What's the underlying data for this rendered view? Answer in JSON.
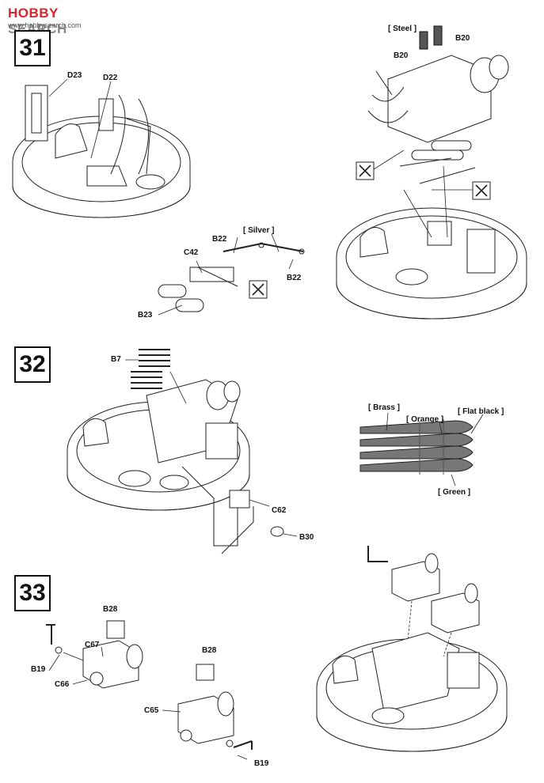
{
  "watermark": {
    "title_part1": "HOBBY",
    "title_part2": "SEARCH",
    "subtitle": "www.hobbysearch.com"
  },
  "steps": [
    "31",
    "32",
    "33"
  ],
  "step31": {
    "parts": {
      "d23": "D23",
      "d22": "D22",
      "b22a": "B22",
      "b22b": "B22",
      "c42": "C42",
      "b23": "B23",
      "b20a": "B20",
      "b20b": "B20"
    },
    "colors": {
      "silver": "[ Silver ]",
      "steel": "[ Steel ]"
    }
  },
  "step32": {
    "parts": {
      "b7": "B7",
      "c62": "C62",
      "b30": "B30"
    },
    "colors": {
      "brass": "[ Brass ]",
      "orange": "[ Orange ]",
      "flat_black": "[ Flat black ]",
      "green": "[ Green ]"
    }
  },
  "step33": {
    "parts": {
      "b28a": "B28",
      "c67": "C67",
      "b19a": "B19",
      "c66": "C66",
      "b28b": "B28",
      "c65": "C65",
      "b19b": "B19"
    }
  },
  "icons": [
    "glue-cut-icon"
  ]
}
